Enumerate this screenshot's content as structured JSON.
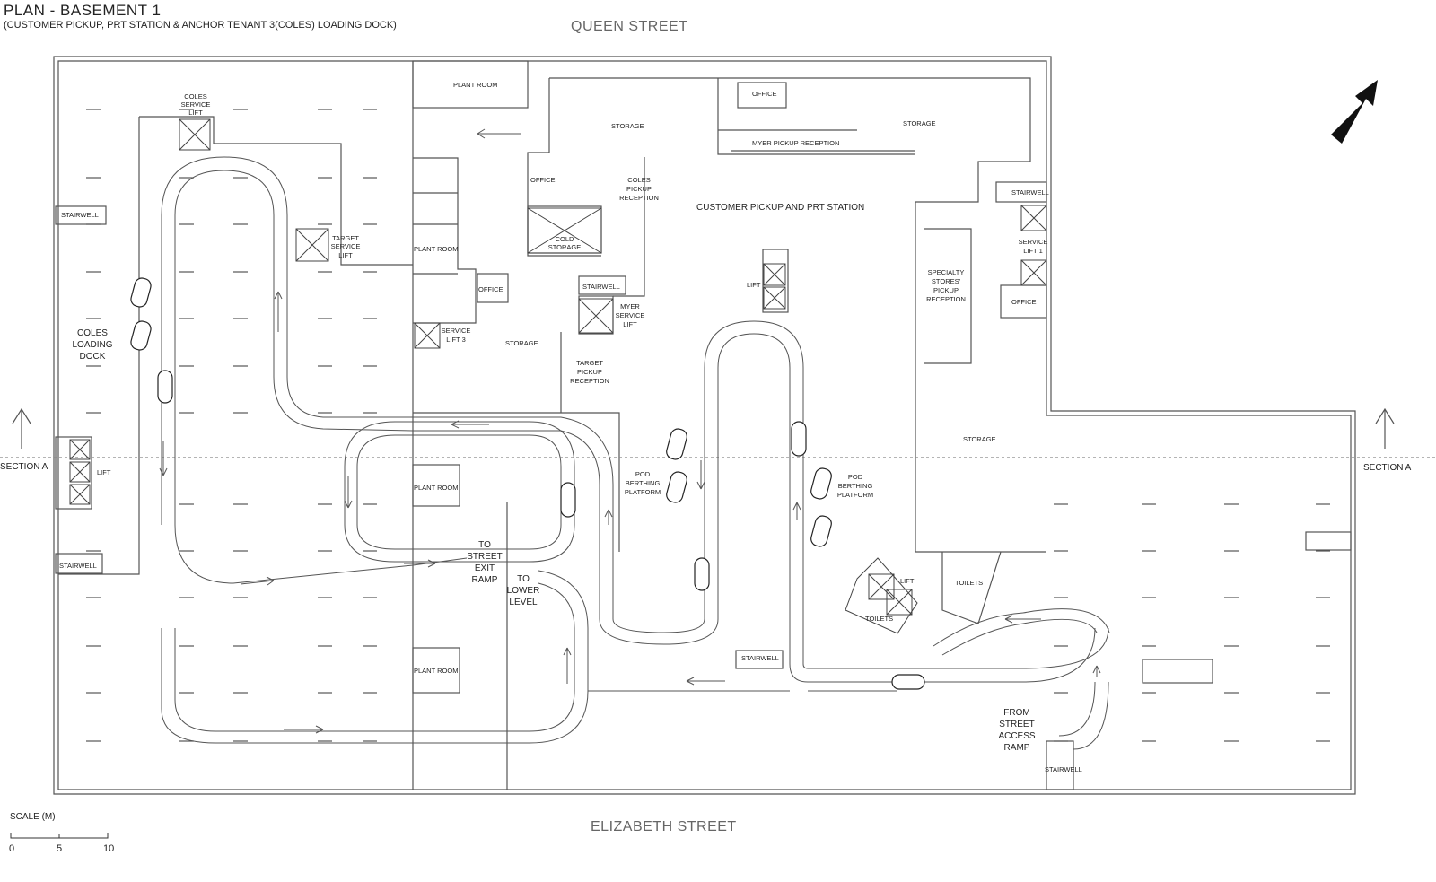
{
  "header": {
    "title": "PLAN - BASEMENT 1",
    "subtitle": "(CUSTOMER PICKUP, PRT STATION & ANCHOR TENANT 3(COLES) LOADING DOCK)"
  },
  "streets": {
    "top": "QUEEN STREET",
    "bottom": "ELIZABETH STREET"
  },
  "section": {
    "left": "SECTION A",
    "right": "SECTION A"
  },
  "rooms": {
    "plant_room_top": "PLANT ROOM",
    "office_top": "OFFICE",
    "storage_a": "STORAGE",
    "storage_b": "STORAGE",
    "myer_pickup": "MYER PICKUP RECEPTION",
    "coles_service_lift": [
      "COLES",
      "SERVICE",
      "LIFT"
    ],
    "stairwell_left_top": "STAIRWELL",
    "target_service_lift": [
      "TARGET",
      "SERVICE",
      "LIFT"
    ],
    "coles_loading_dock": [
      "COLES",
      "LOADING",
      "DOCK"
    ],
    "office_mid": "OFFICE",
    "coles_pickup": [
      "COLES",
      "PICKUP",
      "RECEPTION"
    ],
    "cold_storage": [
      "COLD",
      "STORAGE"
    ],
    "plant_room_mid": "PLANT ROOM",
    "customer_pickup": "CUSTOMER PICKUP AND PRT STATION",
    "stairwell_right_top": "STAIRWELL",
    "service_lift_1": [
      "SERVICE",
      "LIFT 1"
    ],
    "office_right": "OFFICE",
    "specialty": [
      "SPECIALTY",
      "STORES'",
      "PICKUP",
      "RECEPTION"
    ],
    "office_small": "OFFICE",
    "stairwell_mid": "STAIRWELL",
    "myer_service_lift": [
      "MYER",
      "SERVICE",
      "LIFT"
    ],
    "lift_center": "LIFT",
    "service_lift_3": [
      "SERVICE",
      "LIFT 3"
    ],
    "storage_c": "STORAGE",
    "target_pickup": [
      "TARGET",
      "PICKUP",
      "RECEPTION"
    ],
    "storage_d": "STORAGE",
    "lift_left": "LIFT",
    "plant_room_center": "PLANT ROOM",
    "pod_left": [
      "POD",
      "BERTHING",
      "PLATFORM"
    ],
    "pod_right": [
      "POD",
      "BERTHING",
      "PLATFORM"
    ],
    "to_street_exit": [
      "TO",
      "STREET",
      "EXIT",
      "RAMP"
    ],
    "to_lower_level": [
      "TO",
      "LOWER",
      "LEVEL"
    ],
    "stairwell_left_bottom": "STAIRWELL",
    "lift_toilets": "LIFT",
    "toilets_a": "TOILETS",
    "toilets_b": "TOILETS",
    "plant_room_bottom": "PLANT ROOM",
    "stairwell_bottom_center": "STAIRWELL",
    "from_street": [
      "FROM",
      "STREET",
      "ACCESS",
      "RAMP"
    ],
    "stairwell_bottom_right": "STAIRWELL"
  },
  "scale": {
    "label": "SCALE (M)",
    "ticks": [
      "0",
      "5",
      "10"
    ]
  }
}
